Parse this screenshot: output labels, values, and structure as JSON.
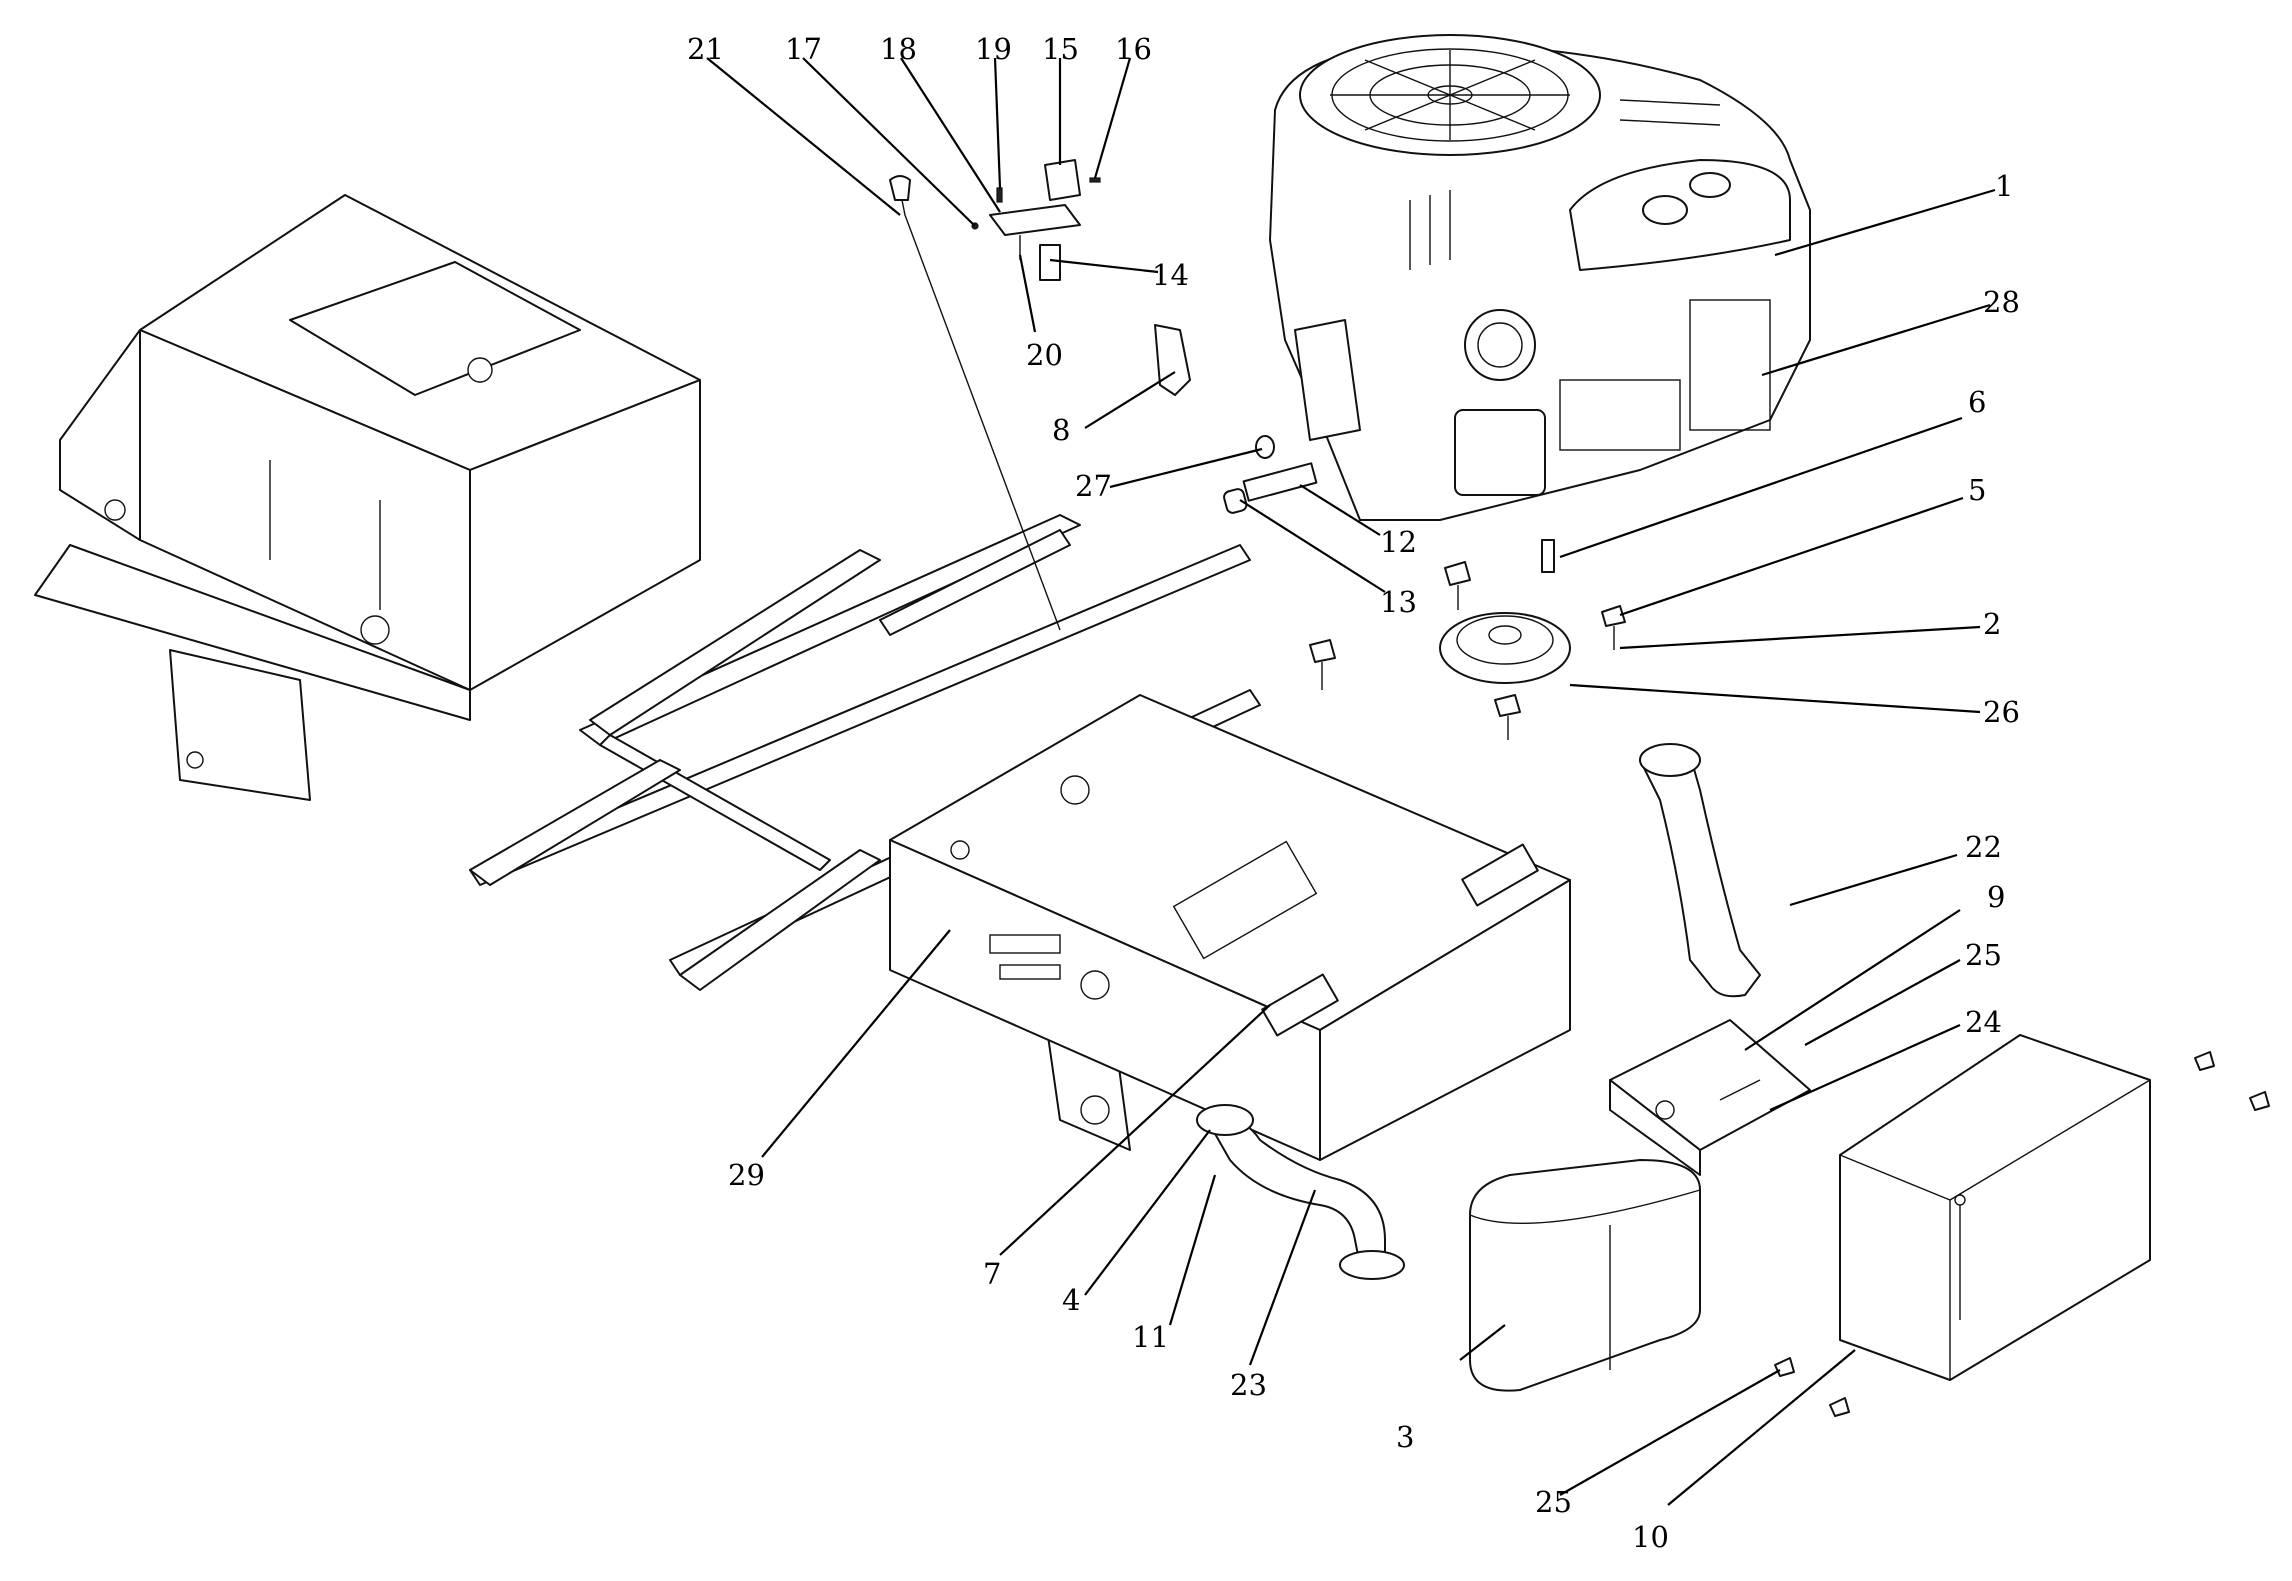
{
  "callouts": [
    {
      "label": "1"
    },
    {
      "label": "2"
    },
    {
      "label": "3"
    },
    {
      "label": "4"
    },
    {
      "label": "5"
    },
    {
      "label": "6"
    },
    {
      "label": "7"
    },
    {
      "label": "8"
    },
    {
      "label": "9"
    },
    {
      "label": "10"
    },
    {
      "label": "11"
    },
    {
      "label": "12"
    },
    {
      "label": "13"
    },
    {
      "label": "14"
    },
    {
      "label": "15"
    },
    {
      "label": "16"
    },
    {
      "label": "17"
    },
    {
      "label": "18"
    },
    {
      "label": "19"
    },
    {
      "label": "20"
    },
    {
      "label": "21"
    },
    {
      "label": "22"
    },
    {
      "label": "23"
    },
    {
      "label": "24"
    },
    {
      "label": "25"
    },
    {
      "label": "25"
    },
    {
      "label": "26"
    },
    {
      "label": "27"
    },
    {
      "label": "28"
    },
    {
      "label": "29"
    }
  ]
}
